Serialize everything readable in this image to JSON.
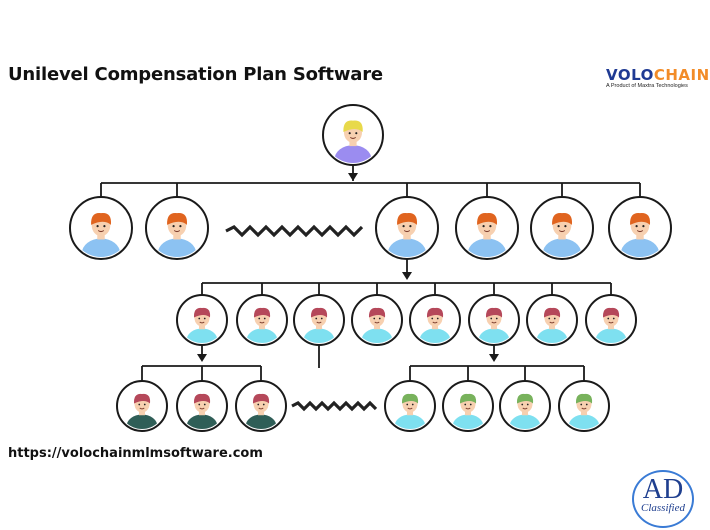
{
  "title": "Unilevel Compensation Plan Software",
  "logo": {
    "brand_a": "VOLO",
    "brand_b": "CHAIN",
    "mark": "®",
    "tagline": "A Product of Maxtra Technologies"
  },
  "url": "https://volochainmlmsoftware.com",
  "badge": {
    "big": "AD",
    "small": "Classified"
  },
  "colors": {
    "root_shirt": "#9b8cf0",
    "root_hair": "#e8d94a",
    "level1_shirt": "#8cc2f2",
    "level1_hair": "#e0641f",
    "level2_shirt": "#7ee0f0",
    "level2_hair": "#b5485a",
    "level3a_shirt": "#2f5e57",
    "level3a_hair": "#b5485a",
    "level3b_shirt": "#7ee0f0",
    "level3b_hair": "#78b25c",
    "skin": "#f7d0b0",
    "line": "#1a1a1a"
  },
  "icons": [
    "person-avatar-icon",
    "arrow-down-icon",
    "zigzag-ellipsis-icon"
  ]
}
